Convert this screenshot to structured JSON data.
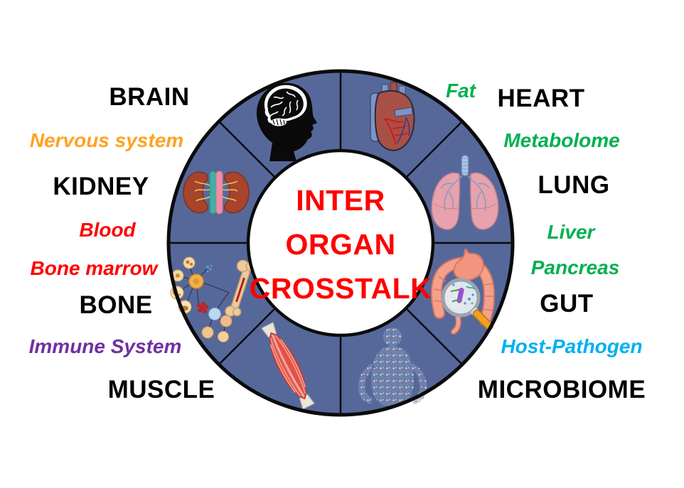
{
  "title": {
    "lines": [
      "INTER",
      "ORGAN",
      "CROSSTALK"
    ],
    "color": "#FF0000"
  },
  "wheel": {
    "ring_color": "#56689A",
    "outline_color": "#0B0B0B",
    "center_fill": "#FFFFFF",
    "segments": [
      {
        "organ": "BRAIN",
        "icon": "brain-icon"
      },
      {
        "organ": "HEART",
        "icon": "heart-icon"
      },
      {
        "organ": "KIDNEY",
        "icon": "kidneys-icon"
      },
      {
        "organ": "LUNG",
        "icon": "lungs-icon"
      },
      {
        "organ": "BONE",
        "icon": "bone-hematopoiesis-icon"
      },
      {
        "organ": "GUT",
        "icon": "gut-magnifier-icon"
      },
      {
        "organ": "MUSCLE",
        "icon": "muscle-icon"
      },
      {
        "organ": "MICROBIOME",
        "icon": "microbiome-figure-icon"
      }
    ]
  },
  "labels": [
    {
      "id": "brain",
      "text": "BRAIN",
      "color": "#000000"
    },
    {
      "id": "nervous-system",
      "text": "Nervous system",
      "color": "#FFA220"
    },
    {
      "id": "kidney",
      "text": "KIDNEY",
      "color": "#000000"
    },
    {
      "id": "blood",
      "text": "Blood",
      "color": "#FF0000"
    },
    {
      "id": "bone-marrow",
      "text": "Bone marrow",
      "color": "#FF0000"
    },
    {
      "id": "bone",
      "text": "BONE",
      "color": "#000000"
    },
    {
      "id": "immune-system",
      "text": "Immune System",
      "color": "#7030A0"
    },
    {
      "id": "muscle",
      "text": "MUSCLE",
      "color": "#000000"
    },
    {
      "id": "fat",
      "text": "Fat",
      "color": "#00B050"
    },
    {
      "id": "heart",
      "text": "HEART",
      "color": "#000000"
    },
    {
      "id": "metabolome",
      "text": "Metabolome",
      "color": "#00B050"
    },
    {
      "id": "lung",
      "text": "LUNG",
      "color": "#000000"
    },
    {
      "id": "liver",
      "text": "Liver",
      "color": "#00B050"
    },
    {
      "id": "pancreas",
      "text": "Pancreas",
      "color": "#00B050"
    },
    {
      "id": "gut",
      "text": "GUT",
      "color": "#000000"
    },
    {
      "id": "host-pathogen",
      "text": "Host-Pathogen",
      "color": "#00B0F0"
    },
    {
      "id": "microbiome",
      "text": "MICROBIOME",
      "color": "#000000"
    }
  ]
}
